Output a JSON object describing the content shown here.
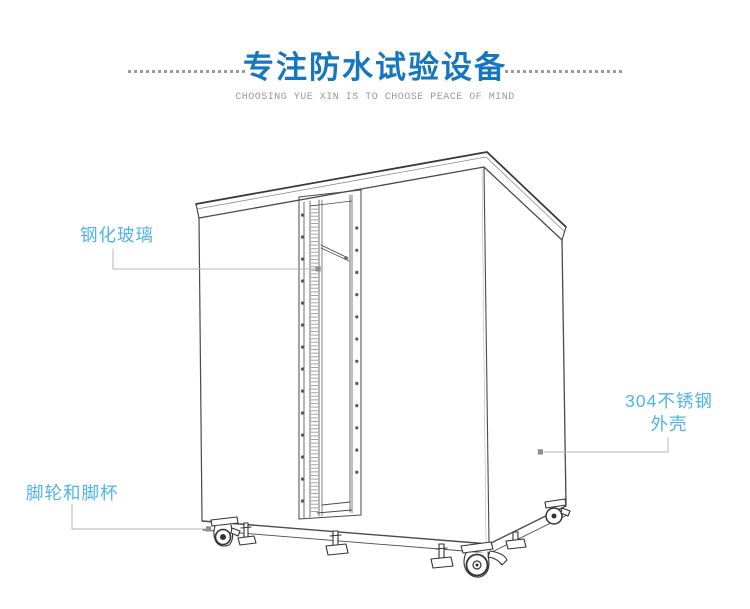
{
  "header": {
    "title": "专注防水试验设备",
    "subtitle": "CHOOSING YUE XIN IS TO CHOOSE PEACE OF MIND"
  },
  "callouts": {
    "tempered_glass": {
      "label": "钢化玻璃"
    },
    "casters_feet": {
      "label": "脚轮和脚杯"
    },
    "shell": {
      "line1": "304不锈钢",
      "line2": "外壳"
    }
  },
  "colors": {
    "title_blue": "#1577BE",
    "label_blue": "#4FB4EA",
    "subtitle_gray": "#999999",
    "callout_line_gray": "#B5B5B5",
    "callout_dot_gray": "#8F8F8F",
    "drawing_stroke": "#4A4A4A",
    "background": "#FFFFFF"
  }
}
